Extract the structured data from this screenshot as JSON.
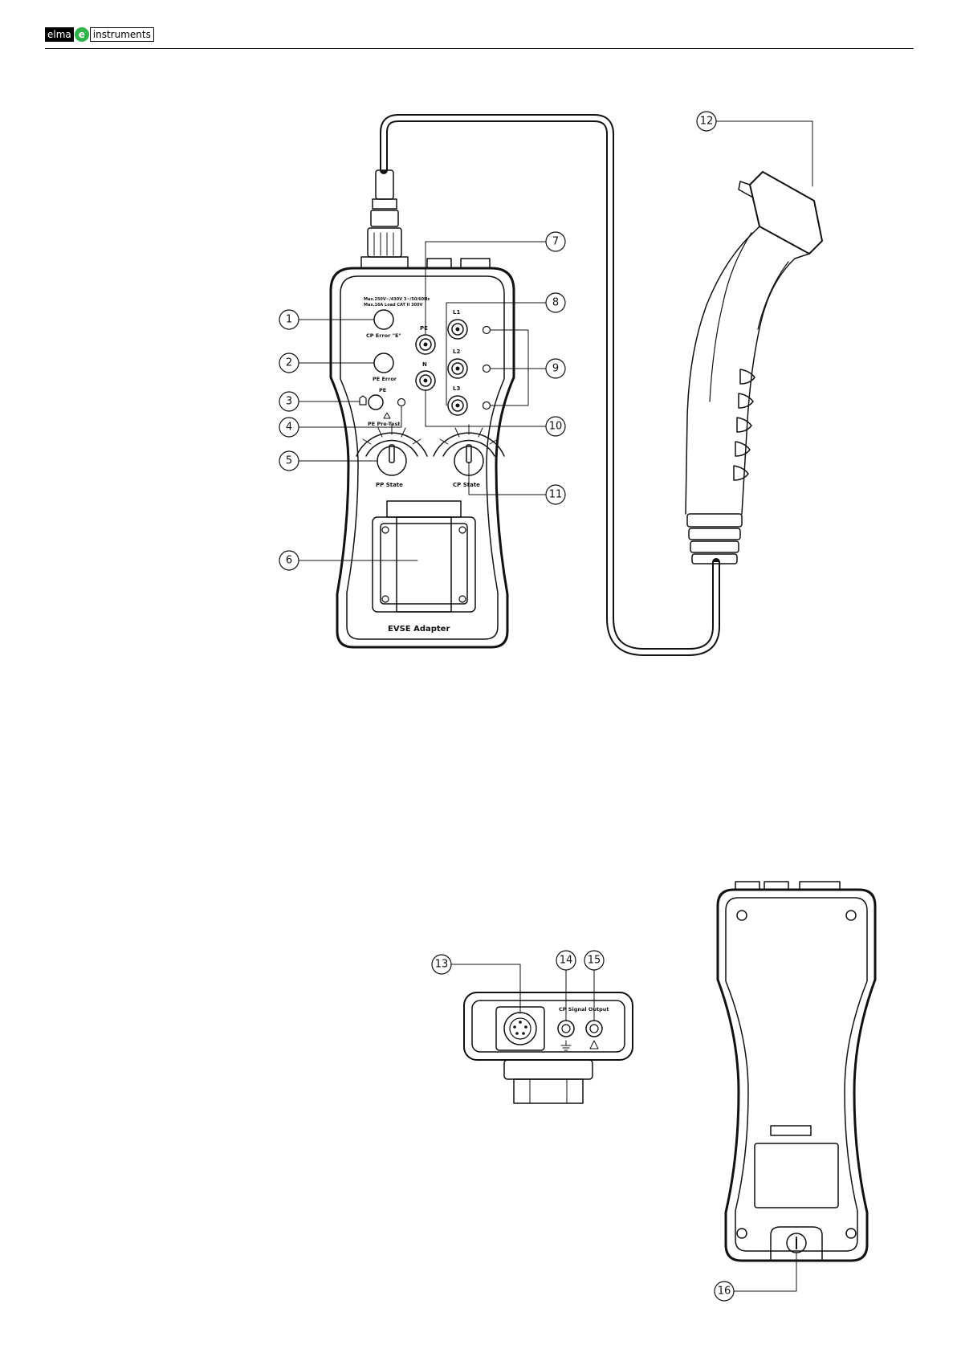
{
  "header": {
    "brand_left": "elma",
    "brand_badge": "e",
    "brand_right": "instruments"
  },
  "front_panel": {
    "rating_line_1": "Max.250V~/430V 3~/50/60Hz",
    "rating_line_2": "Max.16A Load CAT II 300V",
    "cp_error": "CP Error \"E\"",
    "pe_error": "PE Error",
    "pe_pretest": "PE Pre-Test",
    "pe_pretest_marker": "PE",
    "pe_socket": "PE",
    "n_socket": "N",
    "l1": "L1",
    "l2": "L2",
    "l3": "L3",
    "pp_state": "PP State",
    "cp_state": "CP State",
    "title": "EVSE Adapter"
  },
  "top_panel": {
    "cp_signal_output": "CP Signal Output"
  },
  "callouts": [
    "1",
    "2",
    "3",
    "4",
    "5",
    "6",
    "7",
    "8",
    "9",
    "10",
    "11",
    "12",
    "13",
    "14",
    "15",
    "16"
  ]
}
